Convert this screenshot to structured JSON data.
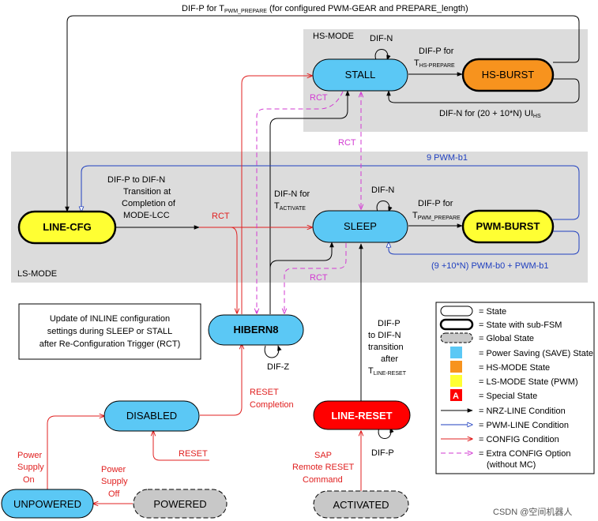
{
  "regions": {
    "hs_mode": "HS-MODE",
    "ls_mode": "LS-MODE"
  },
  "states": {
    "stall": "STALL",
    "hs_burst": "HS-BURST",
    "line_cfg": "LINE-CFG",
    "sleep": "SLEEP",
    "pwm_burst": "PWM-BURST",
    "hibern8": "HIBERN8",
    "disabled": "DISABLED",
    "line_reset": "LINE-RESET",
    "unpowered": "UNPOWERED",
    "powered": "POWERED",
    "activated": "ACTIVATED"
  },
  "labels": {
    "top_prefix": "DIF-P for T",
    "top_sub": "PWM_PREPARE",
    "top_suffix": " (for configured PWM-GEAR and PREPARE_length)",
    "stall_self": "DIF-N",
    "hs_prepare_1": "DIF-P for",
    "hs_prepare_t": "T",
    "hs_prepare_sub": "HS-PREPARE",
    "hs_return_prefix": "DIF-N for (20 + 10*N) UI",
    "hs_return_sub": "HS",
    "rct_stall": "RCT",
    "rct_mid": "RCT",
    "rct_sleep_in": "RCT",
    "rct_sleep_out": "RCT",
    "pwm_b1": "9 PWM-b1",
    "cfg_line1": "DIF-P to DIF-N",
    "cfg_line2": "Transition at",
    "cfg_line3": "Completion of",
    "cfg_line4": "MODE-LCC",
    "act_line1": "DIF-N for",
    "act_t": "T",
    "act_sub": "ACTIVATE",
    "sleep_self": "DIF-N",
    "pwm_prep_1": "DIF-P for",
    "pwm_prep_t": "T",
    "pwm_prep_sub": "PWM_PREPARE",
    "pwm_return": "(9 +10*N) PWM-b0 + PWM-b1",
    "note_line1": "Update of INLINE configuration",
    "note_line2": "settings during SLEEP or STALL",
    "note_line3": "after Re-Configuration Trigger (RCT)",
    "hibern8_self": "DIF-Z",
    "reset_completion_1": "RESET",
    "reset_completion_2": "Completion",
    "reset_in": "RESET",
    "line_reset_up_1": "DIF-P",
    "line_reset_up_2": "to DIF-N",
    "line_reset_up_3": "transition",
    "line_reset_up_4": "after",
    "line_reset_up_t": "T",
    "line_reset_up_sub": "LINE-RESET",
    "line_reset_self": "DIF-P",
    "sap_1": "SAP",
    "sap_2": "Remote RESET",
    "sap_3": "Command",
    "power_on_1": "Power",
    "power_on_2": "Supply",
    "power_on_3": "On",
    "power_off_1": "Power",
    "power_off_2": "Supply",
    "power_off_3": "Off"
  },
  "legend": [
    "= State",
    "= State with sub-FSM",
    "= Global State",
    "= Power Saving (SAVE) State",
    "= HS-MODE State",
    "= LS-MODE State (PWM)",
    "= Special State",
    "= NRZ-LINE Condition",
    "= PWM-LINE Condition",
    "= CONFIG Condition",
    "= Extra CONFIG Option",
    "(without MC)"
  ],
  "legend_special_letter": "A",
  "watermark": "CSDN @空间机器人",
  "colors": {
    "save": "#5bc8f5",
    "hs": "#f7931e",
    "ls": "#ffff33",
    "special": "#ff0000",
    "global": "#c8c8c8",
    "mode_bg": "#dcdcdc",
    "nrz": "#000000",
    "pwm": "#1f3fbf",
    "config": "#e02020",
    "extra": "#d23ad2"
  }
}
